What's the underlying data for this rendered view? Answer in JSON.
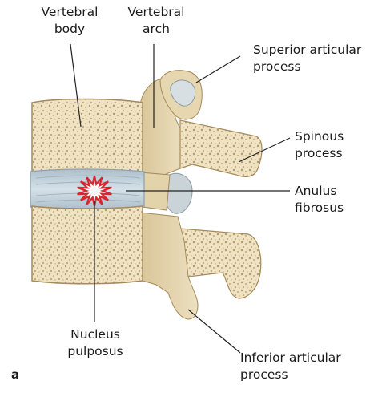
{
  "figure": {
    "panel_letter": "a",
    "colors": {
      "bone_fill": "#efe3c4",
      "bone_pores": "#b49a67",
      "bone_outline": "#a48a5c",
      "disc_fill": "#c4d4dd",
      "disc_band": "#9fb4c2",
      "nucleus_star": "#d8262f",
      "leader_line": "#222222"
    },
    "labels": {
      "vertebral_body": [
        "Vertebral",
        "body"
      ],
      "vertebral_arch": [
        "Vertebral",
        "arch"
      ],
      "superior_articular_process": [
        "Superior articular",
        "process"
      ],
      "spinous_process": [
        "Spinous",
        "process"
      ],
      "anulus_fibrosus": [
        "Anulus",
        "fibrosus"
      ],
      "nucleus_pulposus": [
        "Nucleus",
        "pulposus"
      ],
      "inferior_articular_process": [
        "Inferior articular",
        "process"
      ]
    }
  }
}
